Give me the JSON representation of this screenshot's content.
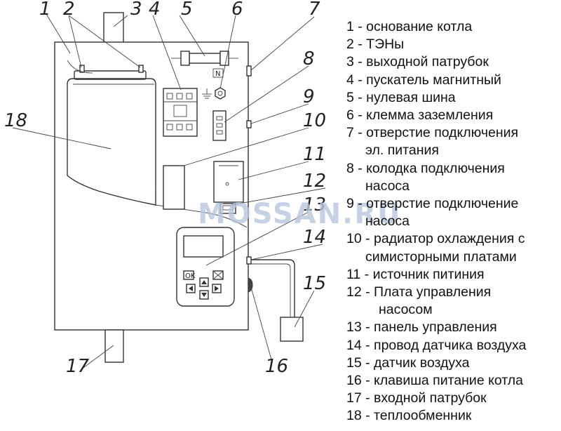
{
  "diagram": {
    "callouts": [
      "1",
      "2",
      "3",
      "4",
      "5",
      "6",
      "7",
      "8",
      "9",
      "10",
      "11",
      "12",
      "13",
      "14",
      "15",
      "16",
      "17",
      "18"
    ],
    "busbar_letter": "N",
    "panel_ok_label": "OK",
    "watermark": "MOSSAN.RU"
  },
  "legend": {
    "items": [
      "1 - основание котла",
      "2 - ТЭНы",
      "3 - выходной патрубок",
      "4 - пускатель магнитный",
      "5 - нулевая шина",
      "6 - клемма заземления",
      "7 - отверстие подключения",
      "эл. питания",
      "8 - колодка подключения",
      "насоса",
      "9 - отверстие подключение",
      "насоса",
      "10 - радиатор охлаждения с",
      "симисторными платами",
      "11 - источник питиния",
      "12 - Плата управления",
      "насосом",
      "13 - панель управления",
      "14 - провод датчика воздуха",
      "15 - датчик воздуха",
      "16 - клавиша питание котла",
      "17 -  входной патрубок",
      "18 -  теплообменник"
    ]
  }
}
